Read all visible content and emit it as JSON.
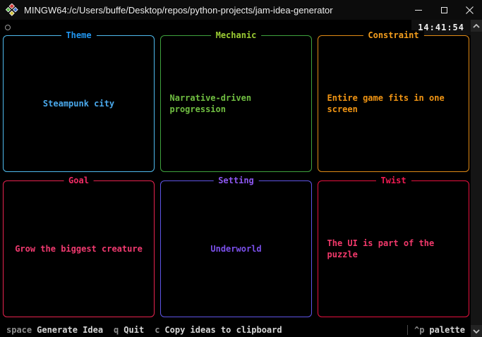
{
  "window": {
    "title": "MINGW64:/c/Users/buffe/Desktop/repos/python-projects/jam-idea-generator"
  },
  "status": {
    "clock": "14:41:54"
  },
  "cards": [
    {
      "title": "Theme",
      "text": "Steampunk city",
      "colors": {
        "border": "#4fbbee",
        "title": "#2196f0",
        "text": "#4aa9ec"
      }
    },
    {
      "title": "Mechanic",
      "text": "Narrative-driven progression",
      "colors": {
        "border": "#3fa23d",
        "title": "#9bcc33",
        "text": "#70be41"
      }
    },
    {
      "title": "Constraint",
      "text": "Entire game fits in one screen",
      "colors": {
        "border": "#e08a15",
        "title": "#f59e1d",
        "text": "#f09413"
      }
    },
    {
      "title": "Goal",
      "text": "Grow the biggest creature",
      "colors": {
        "border": "#e8234f",
        "title": "#f02b64",
        "text": "#f13a70"
      }
    },
    {
      "title": "Setting",
      "text": "Underworld",
      "colors": {
        "border": "#5f55e6",
        "title": "#8d57f0",
        "text": "#7b50ec"
      }
    },
    {
      "title": "Twist",
      "text": "The UI is part of the puzzle",
      "colors": {
        "border": "#e8113f",
        "title": "#f01b52",
        "text": "#f2396b"
      }
    }
  ],
  "footer": {
    "bindings": [
      {
        "key": "space",
        "label": "Generate Idea"
      },
      {
        "key": "q",
        "label": "Quit"
      },
      {
        "key": "c",
        "label": "Copy ideas to clipboard"
      }
    ],
    "palette": {
      "key": "^p",
      "label": "palette"
    }
  }
}
